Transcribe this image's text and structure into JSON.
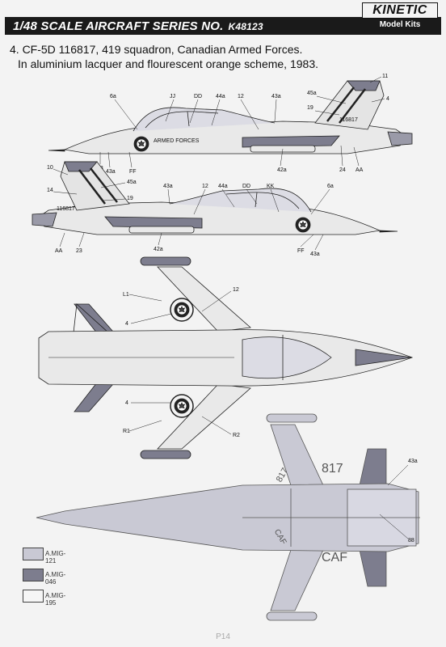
{
  "header": {
    "series_title": "1/48 SCALE AIRCRAFT SERIES NO.",
    "series_code": "K48123",
    "brand_name": "KINETIC",
    "brand_subtitle": "Model Kits"
  },
  "caption": {
    "line1": "4. CF-5D 116817, 419 squadron, Canadian Armed Forces.",
    "line2": "In aluminium lacquer and flourescent orange scheme, 1983."
  },
  "colors": {
    "mig121": "#c9c9d4",
    "mig046": "#7d7d8e",
    "mig195": "#f6f6f6"
  },
  "side_view_top": {
    "serial": "116817",
    "forces_text": "ARMED FORCES",
    "callouts": [
      "6a",
      "JJ",
      "DD",
      "44a",
      "12",
      "43a",
      "45a",
      "11",
      "19",
      "4",
      "13",
      "43a",
      "FF",
      "42a",
      "24",
      "AA"
    ]
  },
  "side_view_bottom": {
    "serial": "116817",
    "callouts": [
      "10",
      "45a",
      "14",
      "19",
      "43a",
      "12",
      "44a",
      "DD",
      "KK",
      "6a",
      "AA",
      "23",
      "42a",
      "FF",
      "43a"
    ]
  },
  "top_view": {
    "callouts": [
      "L1",
      "12",
      "4",
      "4",
      "R1",
      "R2"
    ]
  },
  "bottom_view": {
    "markings": [
      "817",
      "817",
      "CAF",
      "CAF"
    ],
    "callouts": [
      "43a",
      "88"
    ]
  },
  "legend": [
    {
      "label": "A.MIG-121"
    },
    {
      "label": "A.MIG-046"
    },
    {
      "label": "A.MIG-195"
    }
  ],
  "page_number": "P14"
}
